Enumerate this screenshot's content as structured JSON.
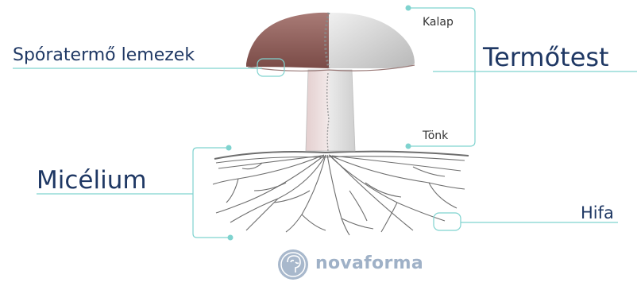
{
  "labels": {
    "gills": "Spóratermő lemezek",
    "fruiting_body": "Termőtest",
    "cap": "Kalap",
    "stem": "Tönk",
    "mycelium": "Micélium",
    "hypha": "Hifa"
  },
  "brand": {
    "name": "novaforma",
    "logo_icon": "brain-in-circle-icon"
  },
  "colors": {
    "label_text": "#1f3864",
    "leader_line": "#7fd3cf",
    "cap_brown": "#8b5a55",
    "cap_grey": "#c9c9c9",
    "brand_text": "#9fb1c7"
  }
}
